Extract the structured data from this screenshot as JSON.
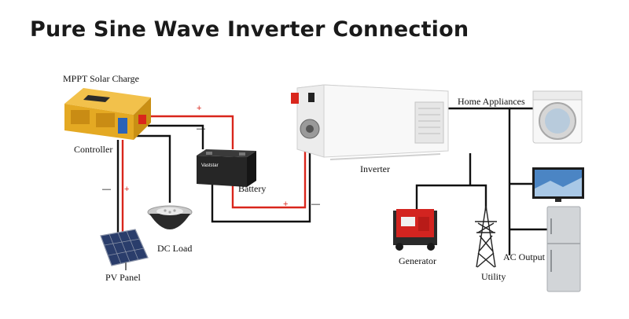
{
  "title": "Pure Sine Wave Inverter Connection",
  "labels": {
    "mppt": "MPPT Solar Charge",
    "controller": "Controller",
    "battery": "Battery",
    "inverter": "Inverter",
    "home_appliances": "Home Appliances",
    "dc_load": "DC Load",
    "pv_panel": "PV Panel",
    "generator": "Generator",
    "utility": "Utility",
    "ac_output": "AC Output"
  },
  "battery_brand": "Vaststar",
  "signs": {
    "plus": "+",
    "minus": "—"
  },
  "colors": {
    "positive_wire": "#d9261c",
    "negative_wire": "#111111",
    "controller_gold": "#e4a923"
  }
}
